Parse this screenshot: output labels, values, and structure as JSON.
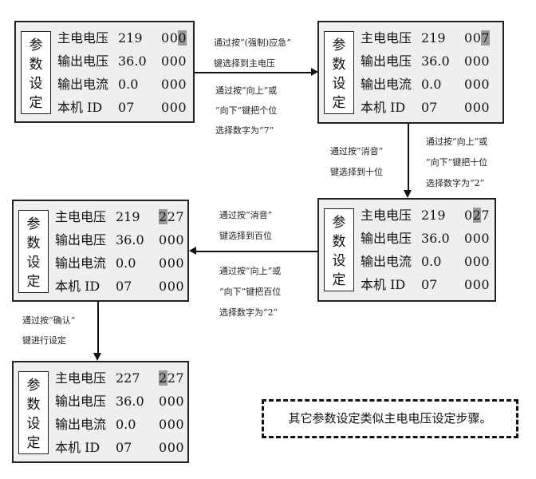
{
  "side_label": [
    "参",
    "数",
    "设",
    "定"
  ],
  "panels": [
    {
      "rows": [
        {
          "label": "主电电压",
          "v1": "219",
          "v2": [
            "0",
            "0",
            "0"
          ],
          "hl": 2
        },
        {
          "label": "输出电压",
          "v1": "36.0",
          "v2": [
            "0",
            "0",
            "0"
          ],
          "hl": -1
        },
        {
          "label": "输出电流",
          "v1": "0.0",
          "v2": [
            "0",
            "0",
            "0"
          ],
          "hl": -1
        },
        {
          "label": "本机 ID",
          "v1": "07",
          "v2": [
            "0",
            "0",
            "0"
          ],
          "hl": -1
        }
      ]
    },
    {
      "rows": [
        {
          "label": "主电电压",
          "v1": "219",
          "v2": [
            "0",
            "0",
            "7"
          ],
          "hl": 2
        },
        {
          "label": "输出电压",
          "v1": "36.0",
          "v2": [
            "0",
            "0",
            "0"
          ],
          "hl": -1
        },
        {
          "label": "输出电流",
          "v1": "0.0",
          "v2": [
            "0",
            "0",
            "0"
          ],
          "hl": -1
        },
        {
          "label": "本机 ID",
          "v1": "07",
          "v2": [
            "0",
            "0",
            "0"
          ],
          "hl": -1
        }
      ]
    },
    {
      "rows": [
        {
          "label": "主电电压",
          "v1": "219",
          "v2": [
            "0",
            "2",
            "7"
          ],
          "hl": 1
        },
        {
          "label": "输出电压",
          "v1": "36.0",
          "v2": [
            "0",
            "0",
            "0"
          ],
          "hl": -1
        },
        {
          "label": "输出电流",
          "v1": "0.0",
          "v2": [
            "0",
            "0",
            "0"
          ],
          "hl": -1
        },
        {
          "label": "本机 ID",
          "v1": "07",
          "v2": [
            "0",
            "0",
            "0"
          ],
          "hl": -1
        }
      ]
    },
    {
      "rows": [
        {
          "label": "主电电压",
          "v1": "219",
          "v2": [
            "2",
            "2",
            "7"
          ],
          "hl": 0
        },
        {
          "label": "输出电压",
          "v1": "36.0",
          "v2": [
            "0",
            "0",
            "0"
          ],
          "hl": -1
        },
        {
          "label": "输出电流",
          "v1": "0.0",
          "v2": [
            "0",
            "0",
            "0"
          ],
          "hl": -1
        },
        {
          "label": "本机 ID",
          "v1": "07",
          "v2": [
            "0",
            "0",
            "0"
          ],
          "hl": -1
        }
      ]
    },
    {
      "rows": [
        {
          "label": "主电电压",
          "v1": "227",
          "v2": [
            "2",
            "2",
            "7"
          ],
          "hl": 0
        },
        {
          "label": "输出电压",
          "v1": "36.0",
          "v2": [
            "0",
            "0",
            "0"
          ],
          "hl": -1
        },
        {
          "label": "输出电流",
          "v1": "0.0",
          "v2": [
            "0",
            "0",
            "0"
          ],
          "hl": -1
        },
        {
          "label": "本机 ID",
          "v1": "07",
          "v2": [
            "0",
            "0",
            "0"
          ],
          "hl": -1
        }
      ]
    }
  ],
  "notes": {
    "step1a": [
      "通过按“(强制)应急”",
      "键选择到主电压"
    ],
    "step1b": [
      "通过按“向上”或",
      "“向下”键把个位",
      "选择数字为“7”"
    ],
    "step2a": [
      "通过按“消音”",
      "键选择到十位"
    ],
    "step2b": [
      "通过按“向上”或",
      "“向下”键把十位",
      "选择数字为“2”"
    ],
    "step3a": [
      "通过按“消音”",
      "键选择到百位"
    ],
    "step3b": [
      "通过按“向上”或",
      "“向下”键把百位",
      "选择数字为“2”"
    ],
    "step4": [
      "通过按“确认”",
      "键进行设定"
    ]
  },
  "footer_note": "其它参数设定类似主电电压设定步骤。",
  "highlight_color": "#999999"
}
